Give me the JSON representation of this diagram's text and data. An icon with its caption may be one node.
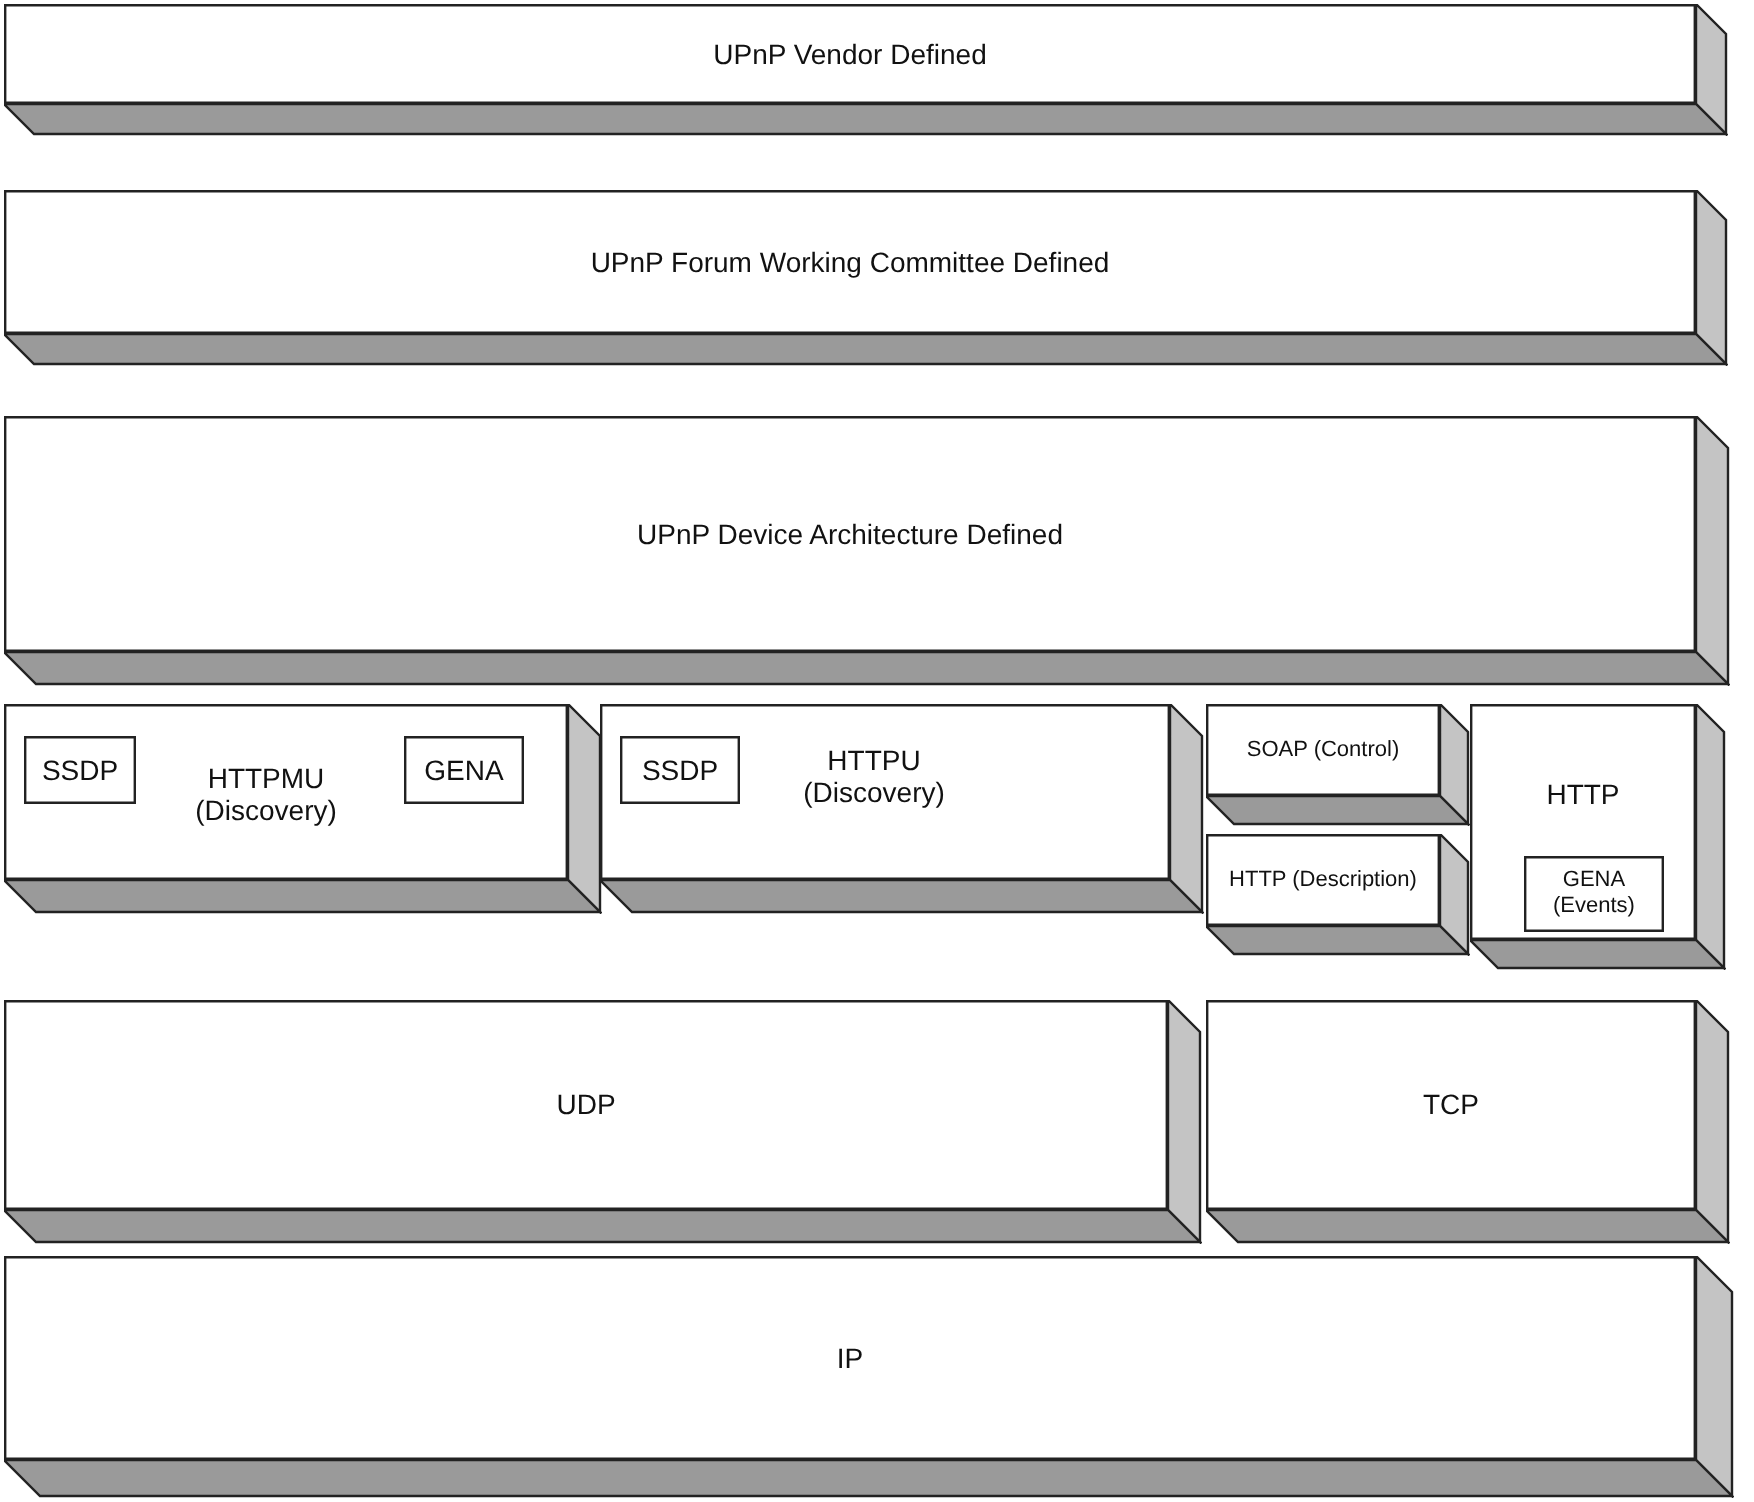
{
  "diagram": {
    "nodes": [
      {
        "text": [
          "UPnP Vendor Defined"
        ]
      },
      {
        "text": [
          "UPnP Forum Working Committee Defined"
        ]
      },
      {
        "text": [
          "UPnP Device Architecture Defined"
        ]
      },
      {
        "text": [
          "HTTPMU (Discovery)"
        ]
      },
      {
        "text": [
          "SSDP"
        ],
        "in": 3
      },
      {
        "text": [
          "GENA"
        ],
        "in": 3
      },
      {
        "text": [
          "HTTPU (Discovery)"
        ]
      },
      {
        "text": [
          "SSDP"
        ],
        "in": 6
      },
      {
        "text": [
          "SOAP (Control)"
        ]
      },
      {
        "text": [
          "HTTP (Description)"
        ]
      },
      {
        "text": [
          "HTTP"
        ]
      },
      {
        "text": [
          "GENA (Events)"
        ],
        "in": 10
      },
      {
        "text": [
          "UDP"
        ]
      },
      {
        "text": [
          "TCP"
        ]
      },
      {
        "text": [
          "IP"
        ]
      }
    ]
  }
}
